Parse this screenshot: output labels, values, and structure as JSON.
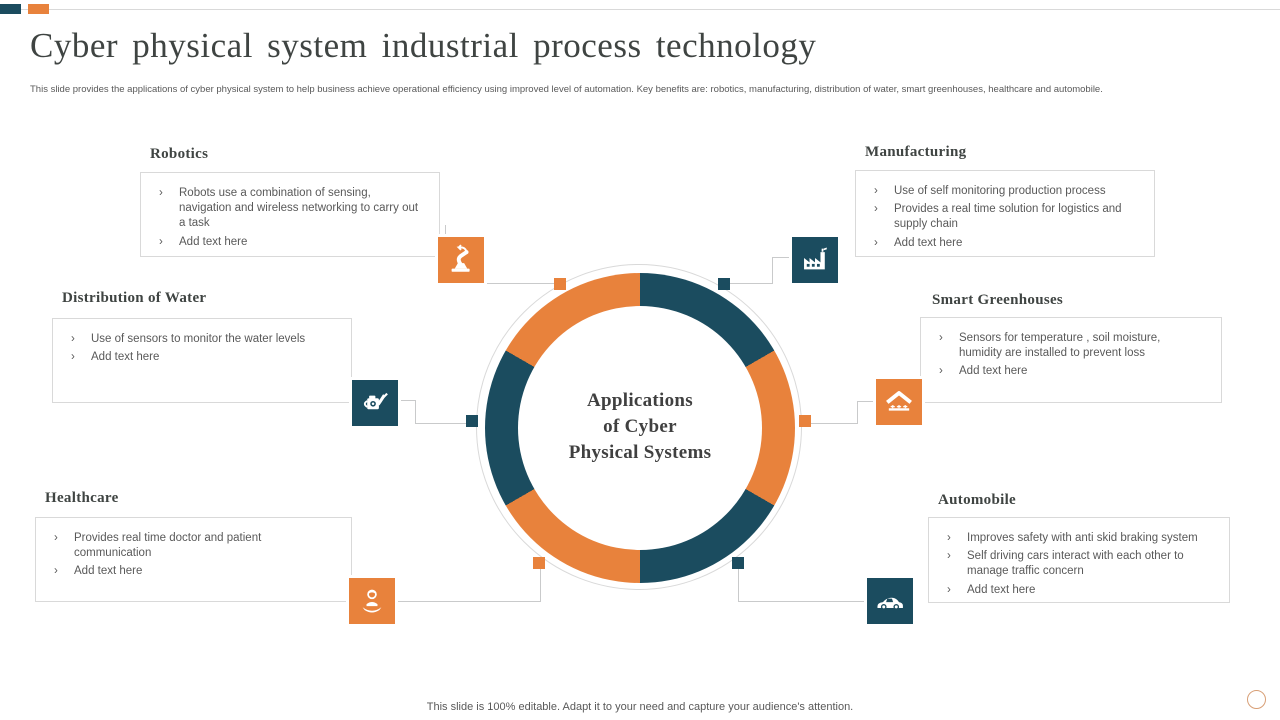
{
  "slide": {
    "title": "Cyber physical system industrial process technology",
    "subtitle": "This slide provides the applications of cyber physical system to help business achieve operational efficiency using improved level of automation. Key benefits are: robotics, manufacturing, distribution of water, smart greenhouses, healthcare and automobile.",
    "footer_note": "This slide is 100% editable. Adapt it to your need and capture your audience's attention."
  },
  "ui": {
    "bullet_char": "›"
  },
  "colors": {
    "orange": "#E8823C",
    "teal": "#1B4C5F",
    "heading_text": "#3F4442",
    "body_text": "#595959",
    "line_gray": "#D9D9D9"
  },
  "diagram": {
    "center_label_lines": [
      "Applications",
      "of Cyber",
      "Physical Systems"
    ],
    "segments": [
      "#1B4C5F",
      "#E8823C",
      "#1B4C5F",
      "#E8823C",
      "#1B4C5F",
      "#E8823C"
    ]
  },
  "sections": [
    {
      "title": "Robotics",
      "icon": "robot-arm-icon",
      "accent": "orange",
      "bullets": [
        "Robots use a combination of sensing, navigation and wireless networking to carry out a task",
        "Add text here"
      ]
    },
    {
      "title": "Manufacturing",
      "icon": "factory-icon",
      "accent": "teal",
      "bullets": [
        "Use of self monitoring production process",
        "Provides a real time solution for logistics and supply chain",
        "Add text here"
      ]
    },
    {
      "title": "Distribution of Water",
      "icon": "watering-can-icon",
      "accent": "teal",
      "bullets": [
        "Use of sensors to monitor the water levels",
        "Add text here"
      ]
    },
    {
      "title": "Smart Greenhouses",
      "icon": "greenhouse-icon",
      "accent": "orange",
      "bullets": [
        "Sensors for temperature , soil moisture, humidity are installed to prevent loss",
        "Add text here"
      ]
    },
    {
      "title": "Healthcare",
      "icon": "doctor-icon",
      "accent": "orange",
      "bullets": [
        "Provides real time doctor and patient communication",
        "Add text here"
      ]
    },
    {
      "title": "Automobile",
      "icon": "car-icon",
      "accent": "teal",
      "bullets": [
        "Improves safety with anti skid braking system",
        "Self driving cars interact with each other to manage traffic concern",
        "Add text here"
      ]
    }
  ]
}
